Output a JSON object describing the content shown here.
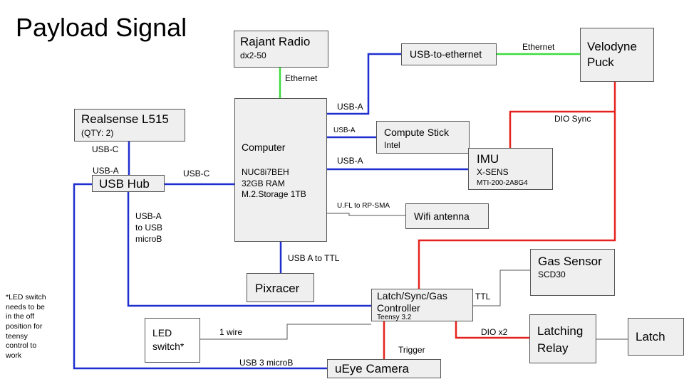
{
  "title": "Payload Signal",
  "colors": {
    "blue": "#1f2fcf",
    "green": "#3ddc3d",
    "red": "#e5231e",
    "gray": "#555555",
    "box_fill": "#efefef"
  },
  "boxes": {
    "rajant": {
      "name": "Rajant Radio",
      "detail": "dx2-50"
    },
    "usb_eth": {
      "name": "USB-to-ethernet"
    },
    "velodyne": {
      "name_1": "Velodyne",
      "name_2": "Puck"
    },
    "realsense": {
      "name": "Realsense L515",
      "detail": "(QTY: 2)"
    },
    "computer": {
      "name": "Computer",
      "detail_1": "NUC8i7BEH",
      "detail_2": "32GB RAM",
      "detail_3": "M.2.Storage 1TB"
    },
    "compute_stick": {
      "name": "Compute Stick",
      "detail": "Intel"
    },
    "imu": {
      "name": "IMU",
      "detail_1": "X-SENS",
      "detail_2": "MTI-200-2A8G4"
    },
    "usb_hub": {
      "name": "USB Hub"
    },
    "wifi": {
      "name": "Wifi antenna"
    },
    "pixracer": {
      "name": "Pixracer"
    },
    "gas": {
      "name": "Gas Sensor",
      "detail": "SCD30"
    },
    "controller": {
      "name_1": "Latch/Sync/Gas",
      "name_2": "Controller",
      "detail": "Teensy 3.2"
    },
    "led": {
      "name_1": "LED",
      "name_2": "switch*"
    },
    "relay": {
      "name_1": "Latching",
      "name_2": "Relay"
    },
    "latch": {
      "name": "Latch"
    },
    "ueye": {
      "name": "uEye Camera"
    }
  },
  "labels": {
    "ethernet_radio": "Ethernet",
    "ethernet_puck": "Ethernet",
    "usba_eth": "USB-A",
    "usba_stick": "USB-A",
    "usba_imu": "USB-A",
    "dio_sync": "DIO Sync",
    "usbc_realsense": "USB-C",
    "usba_realsense": "USB-A",
    "usbc_hub": "USB-C",
    "ufl": "U.FL to RP-SMA",
    "usba_microb_1": "USB-A",
    "usba_microb_2": "to USB",
    "usba_microb_3": "microB",
    "usb_ttl": "USB A to TTL",
    "ttl": "TTL",
    "one_wire": "1 wire",
    "dio_x2": "DIO x2",
    "trigger": "Trigger",
    "usb3": "USB 3  microB"
  },
  "footnote": [
    "*LED switch",
    "needs to be",
    "in the off",
    "position for",
    "teensy",
    "control to",
    "work"
  ]
}
